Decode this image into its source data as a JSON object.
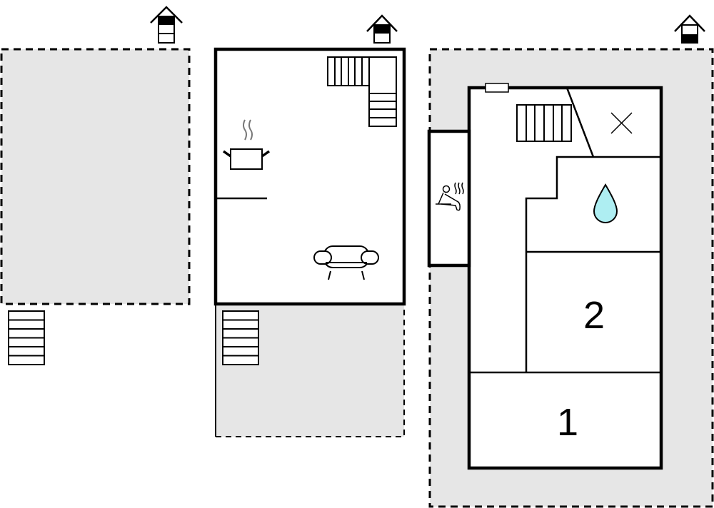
{
  "title": "Floor plan",
  "colors": {
    "outdoor_area": "#e6e6e6",
    "wall": "#000000",
    "water_drop": "#aeeef2"
  },
  "levels": [
    {
      "name": "outdoor-level",
      "icon": "house-level-top-icon"
    },
    {
      "name": "upper-floor",
      "icon": "house-level-middle-icon",
      "rooms": [
        {
          "icon": "kitchen-pot-icon"
        },
        {
          "icon": "sofa-icon"
        },
        {
          "icon": "stairs-icon"
        }
      ]
    },
    {
      "name": "ground-floor",
      "icon": "house-level-bottom-icon",
      "rooms": [
        {
          "label": "1",
          "type": "bedroom"
        },
        {
          "label": "2",
          "type": "bedroom"
        },
        {
          "icon": "sauna-icon"
        },
        {
          "icon": "water-drop-icon"
        },
        {
          "icon": "toilet-x-icon"
        }
      ]
    }
  ]
}
